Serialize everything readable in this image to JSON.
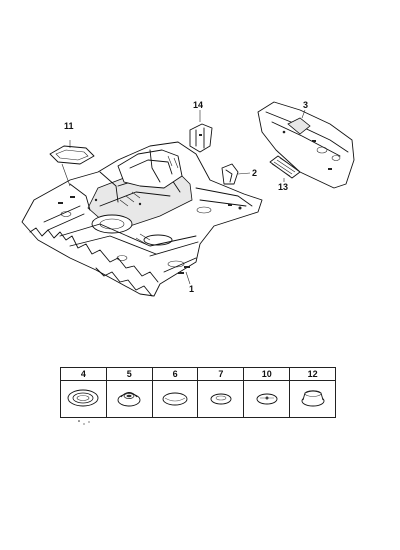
{
  "diagram": {
    "callouts": {
      "part_1": "1",
      "part_2": "2",
      "part_3": "3",
      "part_11": "11",
      "part_13": "13",
      "part_14": "14"
    },
    "plug_table": {
      "columns": [
        "4",
        "5",
        "6",
        "7",
        "10",
        "12"
      ],
      "icons": [
        "plug-icon-4",
        "plug-icon-5",
        "plug-icon-6",
        "plug-icon-7",
        "plug-icon-10",
        "plug-icon-12"
      ]
    }
  }
}
